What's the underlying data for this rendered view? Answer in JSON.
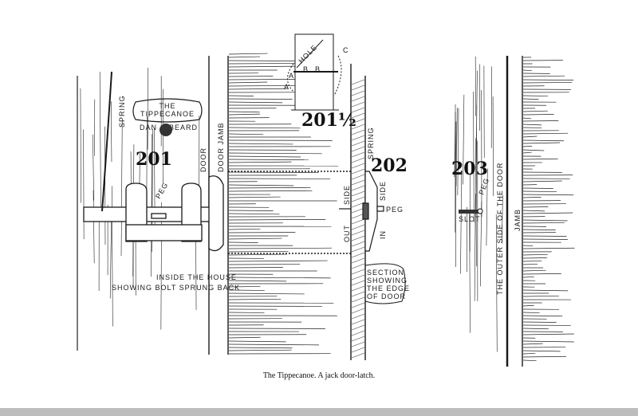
{
  "figure_201": {
    "number": "201",
    "spring_label": "SPRING",
    "logo": {
      "line1": "THE",
      "line2": "TIPPECANOE",
      "left": "DAN",
      "right": "BEARD"
    },
    "door_label": "DOOR",
    "door_jamb_label": "DOOR JAMB",
    "peg_label": "PEG",
    "inside_label": "INSIDE THE HOUSE",
    "showing_label": "SHOWING BOLT SPRUNG BACK"
  },
  "figure_201_half": {
    "number": "201½",
    "hole_label": "HOLE",
    "point_labels": [
      "A",
      "B",
      "B",
      "C",
      "A"
    ]
  },
  "figure_202": {
    "number": "202",
    "spring_label": "SPRING",
    "out_label": "OUT",
    "out_side_label": "SIDE",
    "in_label": "IN",
    "in_side_label": "SIDE",
    "peg_label": "PEG",
    "section_note": [
      "SECTION",
      "SHOWING",
      "THE EDGE",
      "OF DOOR"
    ]
  },
  "figure_203": {
    "number": "203",
    "peg_label": "PEG",
    "slot_label": "SLOT",
    "outer_side_label": "THE OUTER SIDE OF THE DOOR",
    "jamb_label": "JAMB"
  },
  "caption": "The Tippecanoe.  A jack door-latch."
}
